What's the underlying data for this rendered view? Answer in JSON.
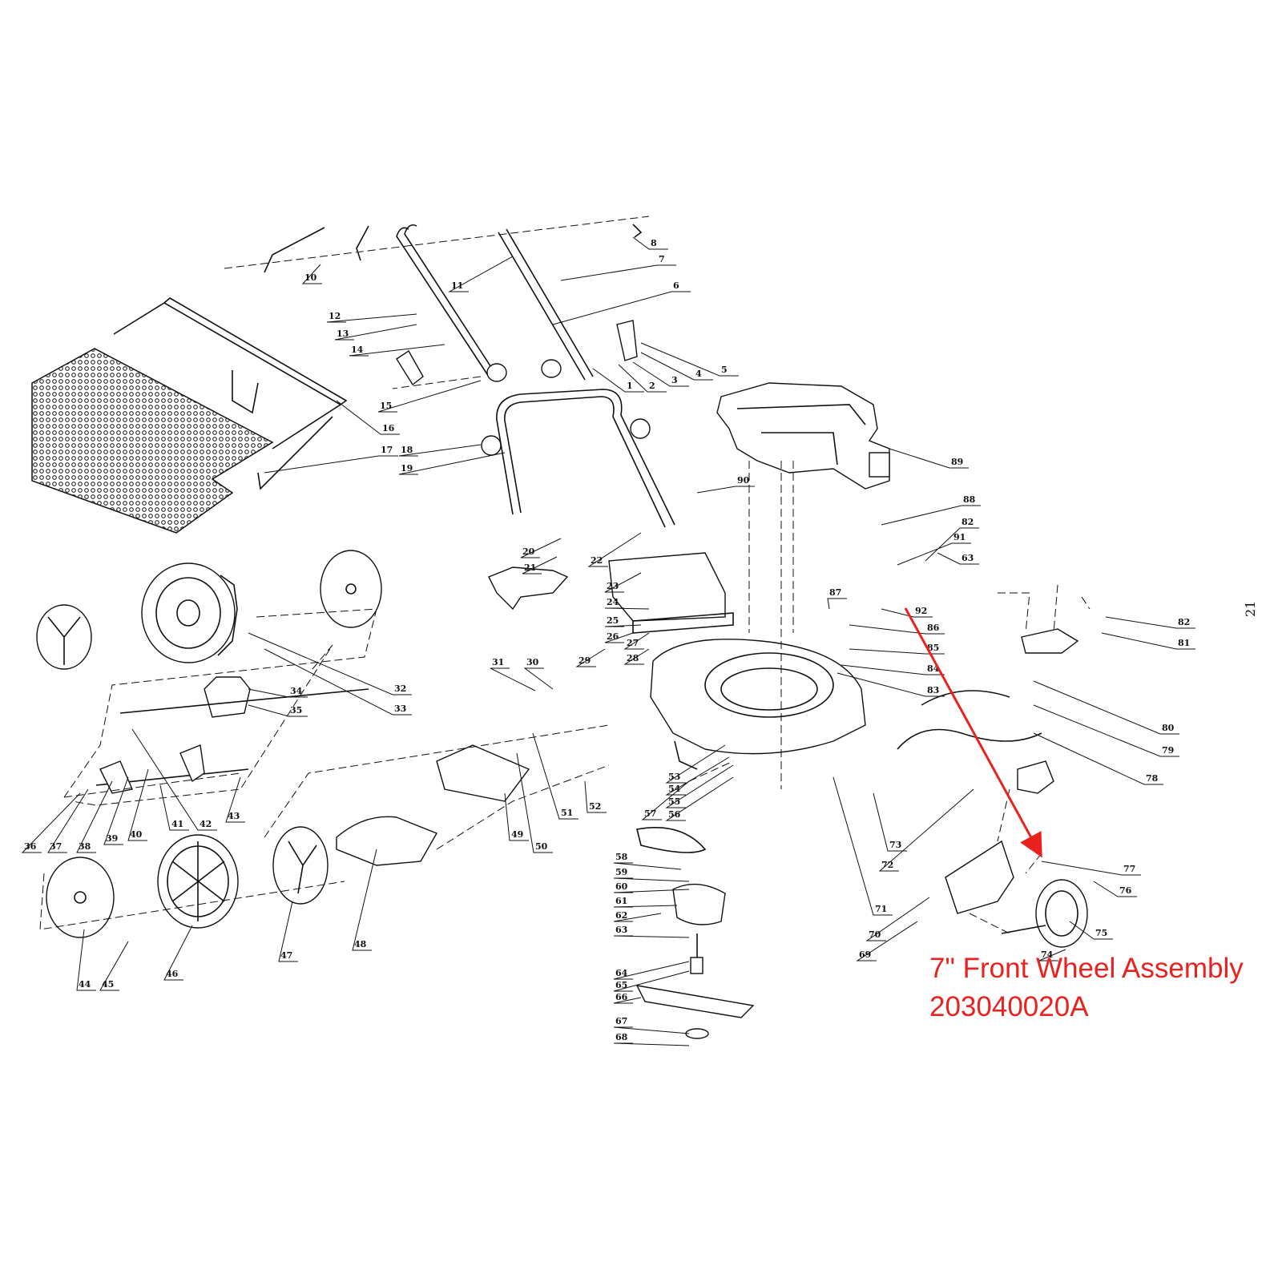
{
  "page_number": "21",
  "callout": {
    "line1": "7\" Front Wheel Assembly",
    "line2": "203040020A",
    "color": "#e8231f"
  },
  "part_labels": [
    "1",
    "2",
    "3",
    "4",
    "5",
    "6",
    "7",
    "8",
    "10",
    "11",
    "12",
    "13",
    "14",
    "15",
    "16",
    "17",
    "18",
    "19",
    "20",
    "21",
    "22",
    "23",
    "24",
    "25",
    "26",
    "27",
    "28",
    "29",
    "30",
    "31",
    "32",
    "33",
    "34",
    "35",
    "36",
    "37",
    "38",
    "39",
    "40",
    "41",
    "42",
    "43",
    "44",
    "45",
    "46",
    "47",
    "48",
    "49",
    "50",
    "51",
    "52",
    "53",
    "54",
    "55",
    "56",
    "57",
    "58",
    "59",
    "60",
    "61",
    "62",
    "63",
    "64",
    "65",
    "66",
    "67",
    "68",
    "69",
    "70",
    "71",
    "72",
    "73",
    "74",
    "75",
    "76",
    "77",
    "78",
    "79",
    "80",
    "81",
    "82",
    "82",
    "83",
    "84",
    "85",
    "86",
    "87",
    "88",
    "89",
    "90",
    "91",
    "92",
    "63"
  ]
}
